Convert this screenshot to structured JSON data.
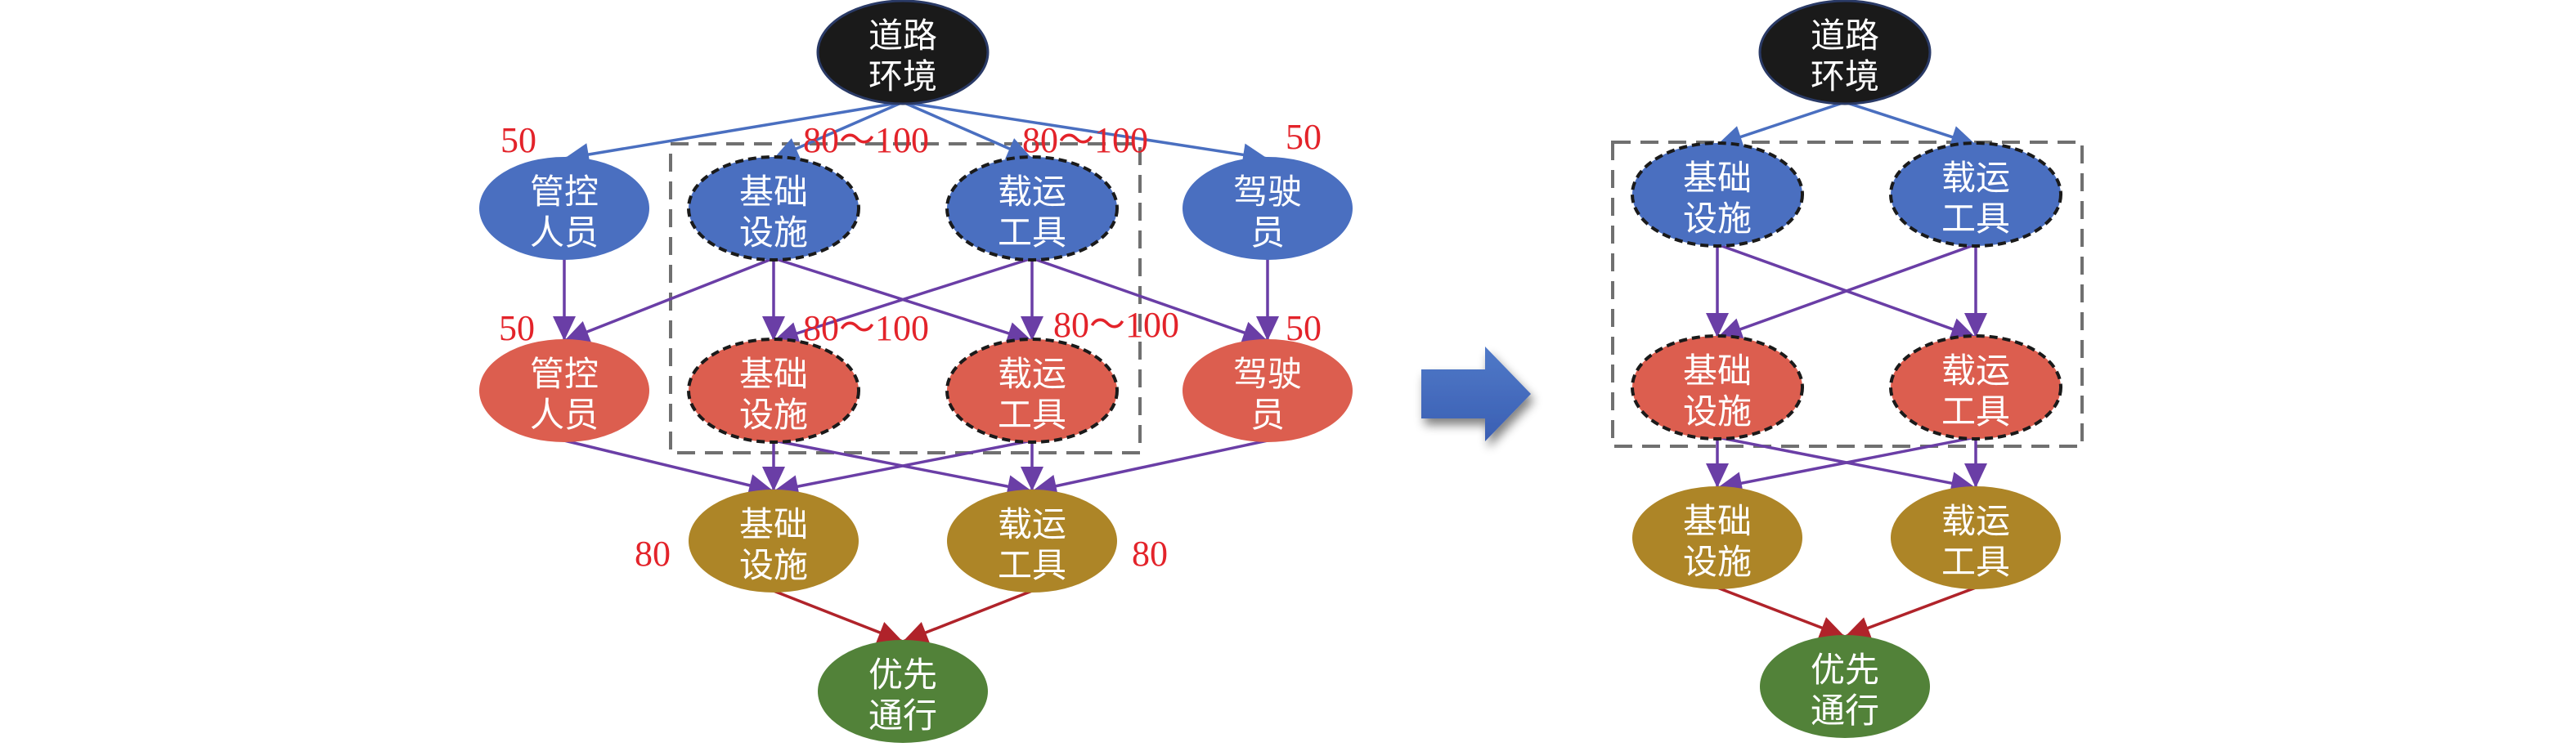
{
  "colors": {
    "root": "#1a1a1a",
    "layer_blue": "#4a6fc0",
    "layer_red": "#dc5e4f",
    "layer_gold": "#ad8527",
    "target_green": "#528239",
    "edge_blue": "#4a6fc0",
    "edge_purple": "#6a3ea6",
    "edge_red": "#b0232a",
    "dashed_box": "#707070",
    "label_red": "#e3232a",
    "transform_arrow": "#4468bd"
  },
  "left_diagram": {
    "root": {
      "line1": "道路",
      "line2": "环境"
    },
    "layer1": [
      {
        "id": "L1a",
        "line1": "管控",
        "line2": "人员",
        "dashed": false
      },
      {
        "id": "L1b",
        "line1": "基础",
        "line2": "设施",
        "dashed": true
      },
      {
        "id": "L1c",
        "line1": "载运",
        "line2": "工具",
        "dashed": true
      },
      {
        "id": "L1d",
        "line1": "驾驶",
        "line2": "员",
        "dashed": false
      }
    ],
    "layer2": [
      {
        "id": "L2a",
        "line1": "管控",
        "line2": "人员",
        "dashed": false
      },
      {
        "id": "L2b",
        "line1": "基础",
        "line2": "设施",
        "dashed": true
      },
      {
        "id": "L2c",
        "line1": "载运",
        "line2": "工具",
        "dashed": true
      },
      {
        "id": "L2d",
        "line1": "驾驶",
        "line2": "员",
        "dashed": false
      }
    ],
    "layer3": [
      {
        "id": "L3a",
        "line1": "基础",
        "line2": "设施"
      },
      {
        "id": "L3b",
        "line1": "载运",
        "line2": "工具"
      }
    ],
    "target": {
      "line1": "优先",
      "line2": "通行"
    },
    "labels": {
      "l1_control": "50",
      "l1_infra": "80～100",
      "l1_vehicle": "80～100",
      "l1_driver": "50",
      "l2_control": "50",
      "l2_infra": "80～100",
      "l2_vehicle": "80～100",
      "l2_driver": "50",
      "l3_infra": "80",
      "l3_vehicle": "80"
    }
  },
  "right_diagram": {
    "root": {
      "line1": "道路",
      "line2": "环境"
    },
    "layer1": [
      {
        "id": "R1a",
        "line1": "基础",
        "line2": "设施",
        "dashed": true
      },
      {
        "id": "R1b",
        "line1": "载运",
        "line2": "工具",
        "dashed": true
      }
    ],
    "layer2": [
      {
        "id": "R2a",
        "line1": "基础",
        "line2": "设施",
        "dashed": true
      },
      {
        "id": "R2b",
        "line1": "载运",
        "line2": "工具",
        "dashed": true
      }
    ],
    "layer3": [
      {
        "id": "R3a",
        "line1": "基础",
        "line2": "设施"
      },
      {
        "id": "R3b",
        "line1": "载运",
        "line2": "工具"
      }
    ],
    "target": {
      "line1": "优先",
      "line2": "通行"
    }
  },
  "edges": {
    "left": [
      [
        "root",
        "L1a"
      ],
      [
        "root",
        "L1b"
      ],
      [
        "root",
        "L1c"
      ],
      [
        "root",
        "L1d"
      ],
      [
        "L1a",
        "L2a"
      ],
      [
        "L1b",
        "L2a"
      ],
      [
        "L1b",
        "L2b"
      ],
      [
        "L1b",
        "L2c"
      ],
      [
        "L1c",
        "L2b"
      ],
      [
        "L1c",
        "L2c"
      ],
      [
        "L1c",
        "L2d"
      ],
      [
        "L1d",
        "L2d"
      ],
      [
        "L2a",
        "L3a"
      ],
      [
        "L2b",
        "L3a"
      ],
      [
        "L2b",
        "L3b"
      ],
      [
        "L2c",
        "L3a"
      ],
      [
        "L2c",
        "L3b"
      ],
      [
        "L2d",
        "L3b"
      ],
      [
        "L3a",
        "target"
      ],
      [
        "L3b",
        "target"
      ]
    ],
    "right": [
      [
        "root",
        "R1a"
      ],
      [
        "root",
        "R1b"
      ],
      [
        "R1a",
        "R2a"
      ],
      [
        "R1a",
        "R2b"
      ],
      [
        "R1b",
        "R2a"
      ],
      [
        "R1b",
        "R2b"
      ],
      [
        "R2a",
        "R3a"
      ],
      [
        "R2a",
        "R3b"
      ],
      [
        "R2b",
        "R3a"
      ],
      [
        "R2b",
        "R3b"
      ],
      [
        "R3a",
        "target"
      ],
      [
        "R3b",
        "target"
      ]
    ]
  }
}
